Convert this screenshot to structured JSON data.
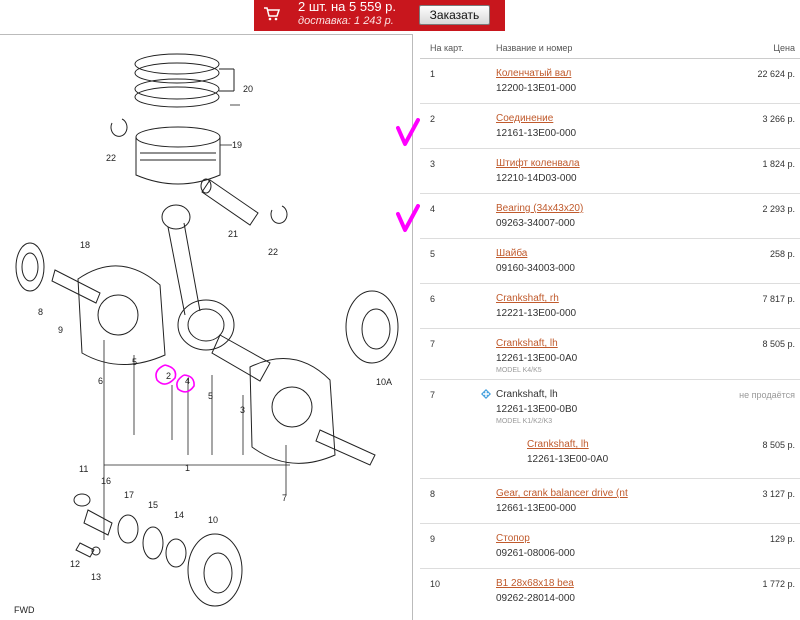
{
  "cart": {
    "summary": "2 шт. на 5 559 р.",
    "delivery": "доставка: 1 243 р.",
    "order_button": "Заказать"
  },
  "table": {
    "headers": {
      "num": "На карт.",
      "name": "Название и номер",
      "price": "Цена"
    },
    "rows": [
      {
        "num": "1",
        "name": "Коленчатый вал",
        "code": "12200-13E01-000",
        "price": "22 624 р.",
        "checked": false
      },
      {
        "num": "2",
        "name": "Соединение",
        "code": "12161-13E00-000",
        "price": "3 266 р.",
        "checked": true
      },
      {
        "num": "3",
        "name": "Штифт коленвала",
        "code": "12210-14D03-000",
        "price": "1 824 р.",
        "checked": false
      },
      {
        "num": "4",
        "name": "Bearing (34x43x20)",
        "code": "09263-34007-000",
        "price": "2 293 р.",
        "checked": true
      },
      {
        "num": "5",
        "name": "Шайба",
        "code": "09160-34003-000",
        "price": "258 р.",
        "checked": false
      },
      {
        "num": "6",
        "name": "Crankshaft, rh",
        "code": "12221-13E00-000",
        "price": "7 817 р.",
        "checked": false
      },
      {
        "num": "7",
        "name": "Crankshaft, lh",
        "code": "12261-13E00-0A0",
        "price": "8 505 р.",
        "model": "MODEL K4/K5",
        "checked": false
      },
      {
        "num": "7",
        "plain_name": "Crankshaft, lh",
        "code": "12261-13E00-0B0",
        "model": "MODEL K1/K2/K3",
        "na": "не продаётся",
        "replace_name": "Crankshaft, lh",
        "replace_code": "12261-13E00-0A0",
        "replace_price": "8 505 р."
      },
      {
        "num": "8",
        "name": "Gear, crank balancer drive (nt",
        "code": "12661-13E00-000",
        "price": "3 127 р.",
        "checked": false
      },
      {
        "num": "9",
        "name": "Стопор",
        "code": "09261-08006-000",
        "price": "129 р.",
        "checked": false
      },
      {
        "num": "10",
        "name": "B1 28x68x18 bea",
        "code": "09262-28014-000",
        "price": "1 772 р.",
        "checked": false
      }
    ]
  },
  "diagram": {
    "callouts": [
      "20",
      "22",
      "19",
      "21",
      "22",
      "18",
      "8",
      "9",
      "6",
      "5",
      "2",
      "4",
      "5",
      "3",
      "1",
      "10A",
      "7",
      "11",
      "16",
      "17",
      "15",
      "14",
      "10",
      "12",
      "13",
      "FWD"
    ]
  },
  "colors": {
    "cart_bg": "#c8161d",
    "link": "#c05a2c",
    "check": "#ff00ff"
  }
}
